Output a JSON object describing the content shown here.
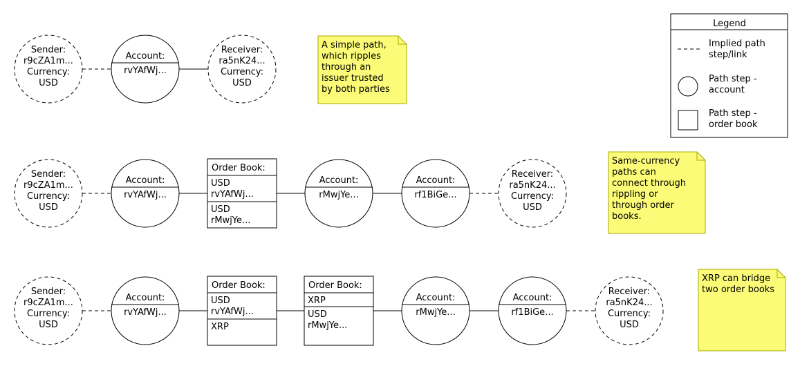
{
  "colors": {
    "stroke": "#000000",
    "background": "#ffffff",
    "note_fill": "#fbfb77",
    "note_border": "#a8a800"
  },
  "legend": {
    "title": "Legend",
    "implied": [
      "Implied path",
      "step/link"
    ],
    "account": [
      "Path step -",
      "account"
    ],
    "order_book": [
      "Path step -",
      "order book"
    ]
  },
  "diagram": {
    "rows": [
      {
        "nodes": [
          {
            "kind": "endpoint",
            "lines": [
              "Sender:",
              "r9cZA1m...",
              "Currency:",
              "USD"
            ]
          },
          {
            "kind": "account",
            "title": "Account:",
            "address": "rvYAfWj..."
          },
          {
            "kind": "endpoint",
            "lines": [
              "Receiver:",
              "ra5nK24...",
              "Currency:",
              "USD"
            ]
          }
        ],
        "links": [
          "dashed",
          "solid"
        ],
        "note": {
          "lines": [
            "A simple path,",
            "which ripples",
            "through an",
            "issuer trusted",
            "by both parties"
          ]
        }
      },
      {
        "nodes": [
          {
            "kind": "endpoint",
            "lines": [
              "Sender:",
              "r9cZA1m...",
              "Currency:",
              "USD"
            ]
          },
          {
            "kind": "account",
            "title": "Account:",
            "address": "rvYAfWj..."
          },
          {
            "kind": "orderbook",
            "title": "Order Book:",
            "sections": [
              [
                "USD",
                "rvYAfWj..."
              ],
              [
                "USD",
                "rMwjYe..."
              ]
            ]
          },
          {
            "kind": "account",
            "title": "Account:",
            "address": "rMwjYe..."
          },
          {
            "kind": "account",
            "title": "Account:",
            "address": "rf1BiGe..."
          },
          {
            "kind": "endpoint",
            "lines": [
              "Receiver:",
              "ra5nK24...",
              "Currency:",
              "USD"
            ]
          }
        ],
        "links": [
          "dashed",
          "solid",
          "solid",
          "solid",
          "dashed"
        ],
        "note": {
          "lines": [
            "Same-currency",
            "paths can",
            "connect through",
            "rippling or",
            "through order",
            "books."
          ]
        }
      },
      {
        "nodes": [
          {
            "kind": "endpoint",
            "lines": [
              "Sender:",
              "r9cZA1m...",
              "Currency:",
              "USD"
            ]
          },
          {
            "kind": "account",
            "title": "Account:",
            "address": "rvYAfWj..."
          },
          {
            "kind": "orderbook",
            "title": "Order Book:",
            "sections": [
              [
                "USD",
                "rvYAfWj..."
              ],
              [
                "XRP"
              ]
            ]
          },
          {
            "kind": "orderbook",
            "title": "Order Book:",
            "sections": [
              [
                "XRP"
              ],
              [
                "USD",
                "rMwjYe..."
              ]
            ]
          },
          {
            "kind": "account",
            "title": "Account:",
            "address": "rMwjYe..."
          },
          {
            "kind": "account",
            "title": "Account:",
            "address": "rf1BiGe..."
          },
          {
            "kind": "endpoint",
            "lines": [
              "Receiver:",
              "ra5nK24...",
              "Currency:",
              "USD"
            ]
          }
        ],
        "links": [
          "dashed",
          "solid",
          "solid",
          "solid",
          "solid",
          "dashed"
        ],
        "note": {
          "lines": [
            "XRP can bridge",
            "two order books"
          ]
        }
      }
    ]
  }
}
